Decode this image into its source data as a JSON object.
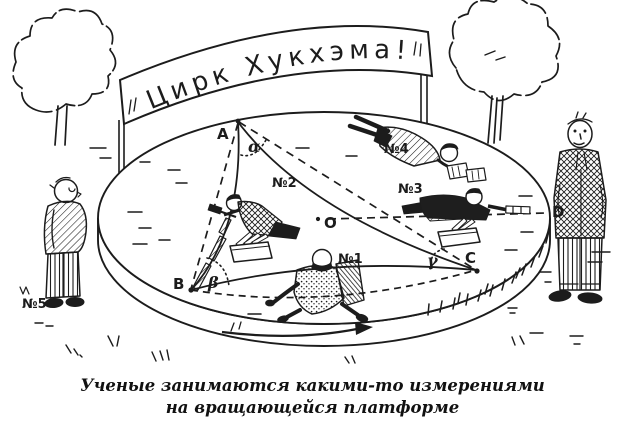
{
  "banner": {
    "text": "Цирк Хукхэма!"
  },
  "caption": {
    "line1": "Ученые занимаются какими-то измерениями",
    "line2": "на вращающейся платформе"
  },
  "labels": {
    "point_a": "A",
    "point_b": "B",
    "point_c": "C",
    "point_d": "D",
    "center_o": "O",
    "alpha": "α",
    "beta": "β",
    "gamma": "γ",
    "scientist1": "№1",
    "scientist2": "№2",
    "scientist3": "№3",
    "scientist4": "№4",
    "observer5": "№5"
  },
  "colors": {
    "ink": "#1c1c1c",
    "background": "#ffffff"
  }
}
